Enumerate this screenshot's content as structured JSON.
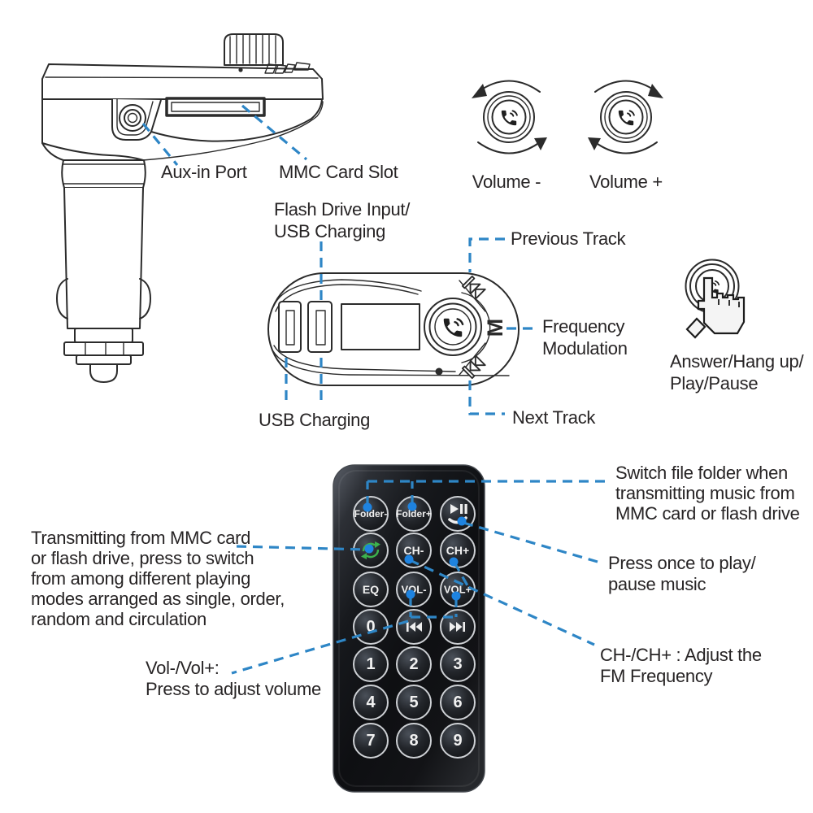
{
  "colors": {
    "leader_line": "#2e86c6",
    "leader_dot": "#1e83e0",
    "line_art": "#2b2b2b",
    "text": "#272425",
    "mode_icon_green": "#3cb14d",
    "button_ring": "#cdd0d4",
    "button_text": "#f1f1f1"
  },
  "icons": {
    "knob": "phone-call-button-icon",
    "rotation": "rotate-arrows-icon",
    "play_pause_phone": "play-pause-call-icon",
    "mode": "playback-mode-icon",
    "prev": "previous-track-icon",
    "next": "next-track-icon",
    "hand": "pixel-hand-cursor-icon"
  },
  "side_view": {
    "aux_label": "Aux-in Port",
    "mmc_label": "MMC Card Slot"
  },
  "volume_knobs": {
    "minus_label": "Volume -",
    "plus_label": "Volume +"
  },
  "front_view": {
    "flash_label_line1": "Flash Drive Input/",
    "flash_label_line2": "USB Charging",
    "usb_label": "USB Charging",
    "prev_label": "Previous Track",
    "fm_label_line1": "Frequency",
    "fm_label_line2": "Modulation",
    "next_label": "Next Track",
    "m_button_label": "M"
  },
  "hand_note": {
    "line1": "Answer/Hang up/",
    "line2": "Play/Pause"
  },
  "remote": {
    "buttons": {
      "folder_minus": "Folder-",
      "folder_plus": "Folder+",
      "ch_minus": "CH-",
      "ch_plus": "CH+",
      "eq": "EQ",
      "vol_minus": "VOL-",
      "vol_plus": "VOL+",
      "d0": "0",
      "d1": "1",
      "d2": "2",
      "d3": "3",
      "d4": "4",
      "d5": "5",
      "d6": "6",
      "d7": "7",
      "d8": "8",
      "d9": "9"
    }
  },
  "annotations": {
    "switch_folder_line1": "Switch file folder when",
    "switch_folder_line2": "transmitting music from",
    "switch_folder_line3": "MMC card or flash drive",
    "play_pause_line1": "Press once to play/",
    "play_pause_line2": "pause music",
    "transmit_line1": "Transmitting from MMC card",
    "transmit_line2": "or flash drive, press to switch",
    "transmit_line3": "from among different playing",
    "transmit_line4": "modes arranged as single, order,",
    "transmit_line5": "random and circulation",
    "vol_line1": "Vol-/Vol+:",
    "vol_line2": "Press to adjust volume",
    "ch_line1": "CH-/CH+ : Adjust the",
    "ch_line2": "FM Frequency"
  }
}
